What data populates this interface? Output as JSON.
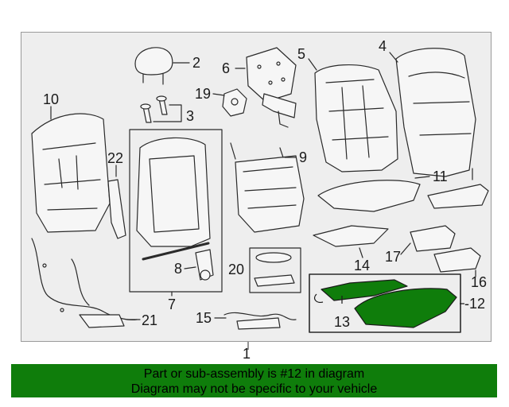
{
  "diagram": {
    "callouts": {
      "c1": "1",
      "c2": "2",
      "c3": "3",
      "c4": "4",
      "c5": "5",
      "c6": "6",
      "c7": "7",
      "c8": "8",
      "c9": "9",
      "c10": "10",
      "c11": "11",
      "c12": "-12",
      "c13": "13",
      "c14": "14",
      "c15": "15",
      "c16": "16",
      "c17": "17",
      "c19": "19",
      "c20": "20",
      "c21": "21",
      "c22": "22"
    },
    "highlight_color": "#0f7d0b"
  },
  "banner": {
    "line1": "Part or sub-assembly is #12 in diagram",
    "line2": "Diagram may not be specific to your vehicle",
    "background": "#0f7d0b"
  }
}
